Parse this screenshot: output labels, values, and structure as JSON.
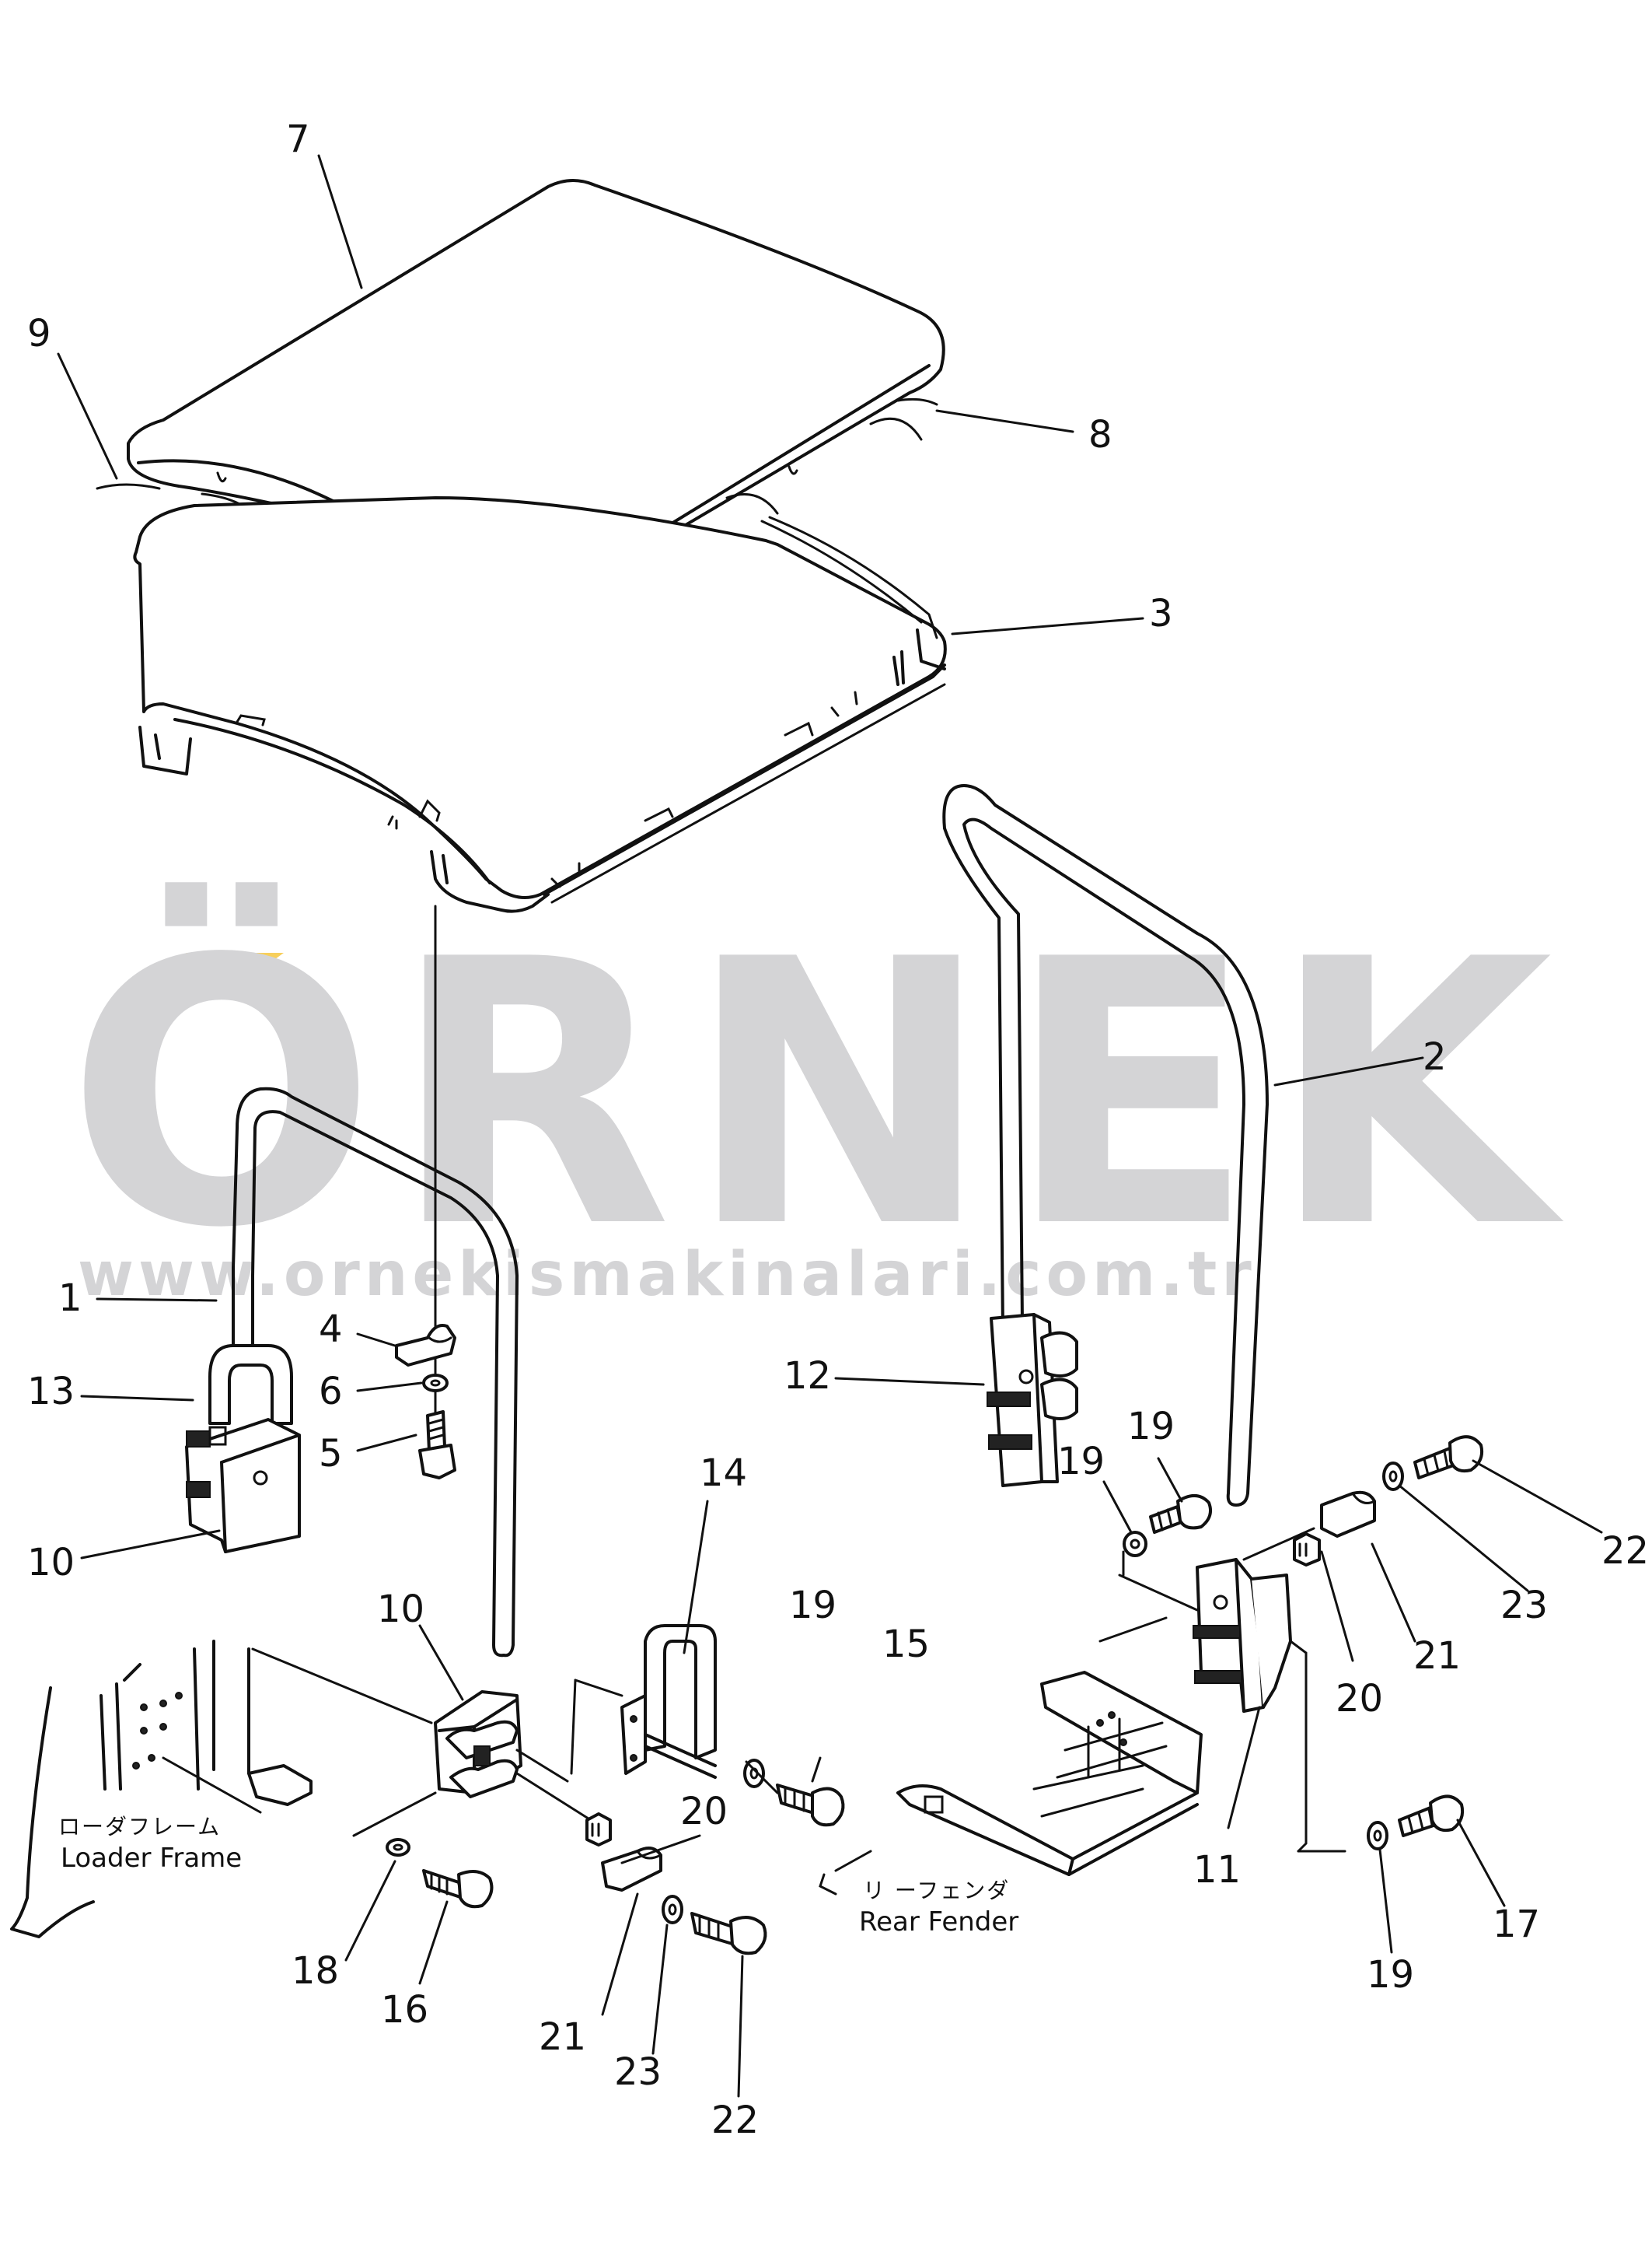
{
  "watermark": {
    "logo_text": "ÖRNEK",
    "url": "www.ornekismakinalari.com.tr",
    "text_color": "#d4d4d6",
    "accent_color": "#f7cf5c"
  },
  "callouts": [
    "1",
    "2",
    "3",
    "4",
    "5",
    "6",
    "7",
    "8",
    "9",
    "10",
    "10",
    "11",
    "12",
    "13",
    "14",
    "15",
    "16",
    "17",
    "18",
    "19",
    "19",
    "19",
    "19",
    "20",
    "20",
    "21",
    "21",
    "22",
    "22",
    "23",
    "23"
  ],
  "labels": {
    "loader_frame_jp": "ローダフレーム",
    "loader_frame": "Loader Frame",
    "rear_fender_jp": "リ ーフェンダ",
    "rear_fender": "Rear Fender"
  }
}
